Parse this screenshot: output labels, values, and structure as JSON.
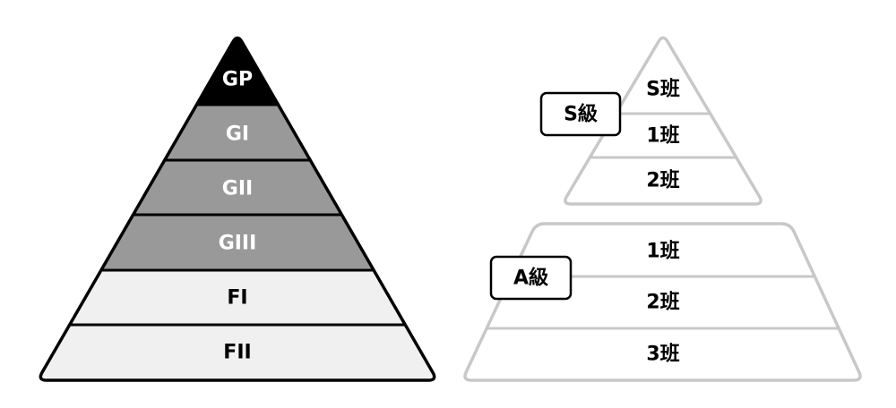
{
  "left_pyramid": {
    "outline_color": "#000000",
    "levels": [
      {
        "label": "GP",
        "fill": "#000000",
        "text_color": "#ffffff"
      },
      {
        "label": "GI",
        "fill": "#999999",
        "text_color": "#ffffff"
      },
      {
        "label": "GII",
        "fill": "#999999",
        "text_color": "#ffffff"
      },
      {
        "label": "GIII",
        "fill": "#999999",
        "text_color": "#ffffff"
      },
      {
        "label": "FI",
        "fill": "#f0f0f0",
        "text_color": "#000000"
      },
      {
        "label": "FII",
        "fill": "#f0f0f0",
        "text_color": "#000000"
      }
    ]
  },
  "right_pyramid": {
    "outline_color": "#c8c8c8",
    "s_tier": {
      "tag": "S級",
      "levels": [
        "S班",
        "1班",
        "2班"
      ]
    },
    "a_tier": {
      "tag": "A級",
      "levels": [
        "1班",
        "2班",
        "3班"
      ]
    }
  }
}
